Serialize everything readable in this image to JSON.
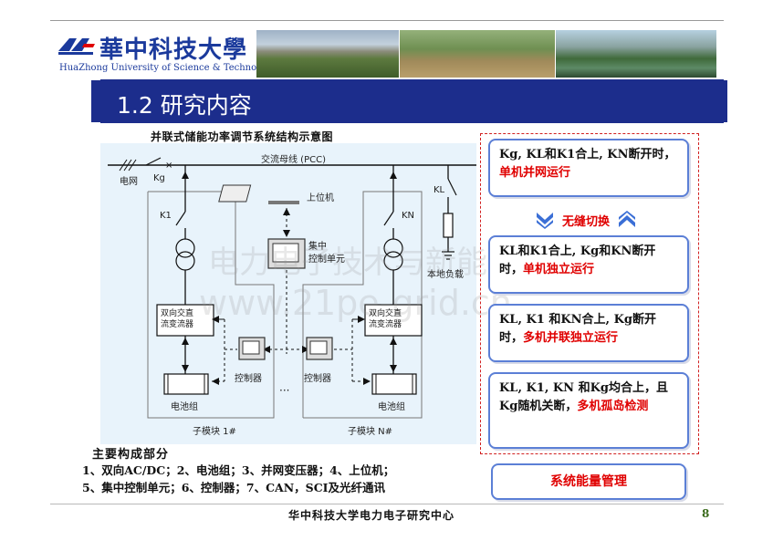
{
  "header": {
    "logo_cn": "華中科技大學",
    "logo_en": "HuaZhong University of Science & Technology",
    "section_title": "1.2    研究内容"
  },
  "diagram": {
    "caption": "并联式储能功率调节系统结构示意图",
    "labels": {
      "grid": "电网",
      "kg": "Kg",
      "pcc": "交流母线 (PCC)",
      "kl": "KL",
      "local_load": "本地负载",
      "k1": "K1",
      "kn": "KN",
      "host_pc": "上位机",
      "central_unit": "集中\n控制单元",
      "converter_1": "双向交直\n流变流器",
      "converter_n": "双向交直\n流变流器",
      "controller_1": "控制器",
      "controller_n": "控制器",
      "battery_1": "电池组",
      "battery_n": "电池组",
      "submodule_1": "子模块 1#",
      "submodule_n": "子模块 N#",
      "ellipsis": "···"
    },
    "watermark_cn": "电力电子技术与新能源",
    "watermark_url": "www.21pe-grid.cn"
  },
  "modes": {
    "mode1_prefix": "Kg, KL和K1合上, KN断开时，",
    "mode1_highlight": "单机并网运行",
    "switch_label": "无缝切换",
    "mode2_prefix": "KL和K1合上, Kg和KN断开时，",
    "mode2_highlight": "单机独立运行",
    "mode3_prefix": "KL, K1 和KN合上, Kg断开时，",
    "mode3_highlight": "多机并联独立运行",
    "mode4_prefix": "KL, K1, KN 和Kg均合上，且Kg随机关断，",
    "mode4_highlight": "多机孤岛检测",
    "management": "系统能量管理"
  },
  "components": {
    "title": "主要构成部分",
    "line1": "1、双向AC/DC；2、电池组；3、并网变压器；4、上位机；",
    "line2": "5、集中控制单元；6、控制器；7、CAN，SCI及光纤通讯"
  },
  "footer": {
    "text": "华中科技大学电力电子研究中心",
    "page": "8"
  },
  "colors": {
    "brand_blue": "#1c2d8c",
    "highlight_red": "#e00000",
    "box_border": "#5b7fd6"
  }
}
